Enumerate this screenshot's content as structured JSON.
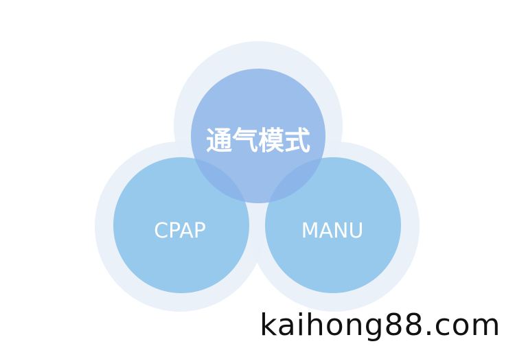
{
  "diagram": {
    "nodes": [
      {
        "id": "top",
        "label": "通气模式"
      },
      {
        "id": "left",
        "label": "CPAP"
      },
      {
        "id": "right",
        "label": "MANU"
      }
    ],
    "colors": {
      "halo": "#e9eff8",
      "top_circle": "#8ab2e8",
      "side_circle": "#8ec6e9",
      "label": "#ffffff"
    }
  },
  "watermark": {
    "text": "kaihong88.com"
  }
}
